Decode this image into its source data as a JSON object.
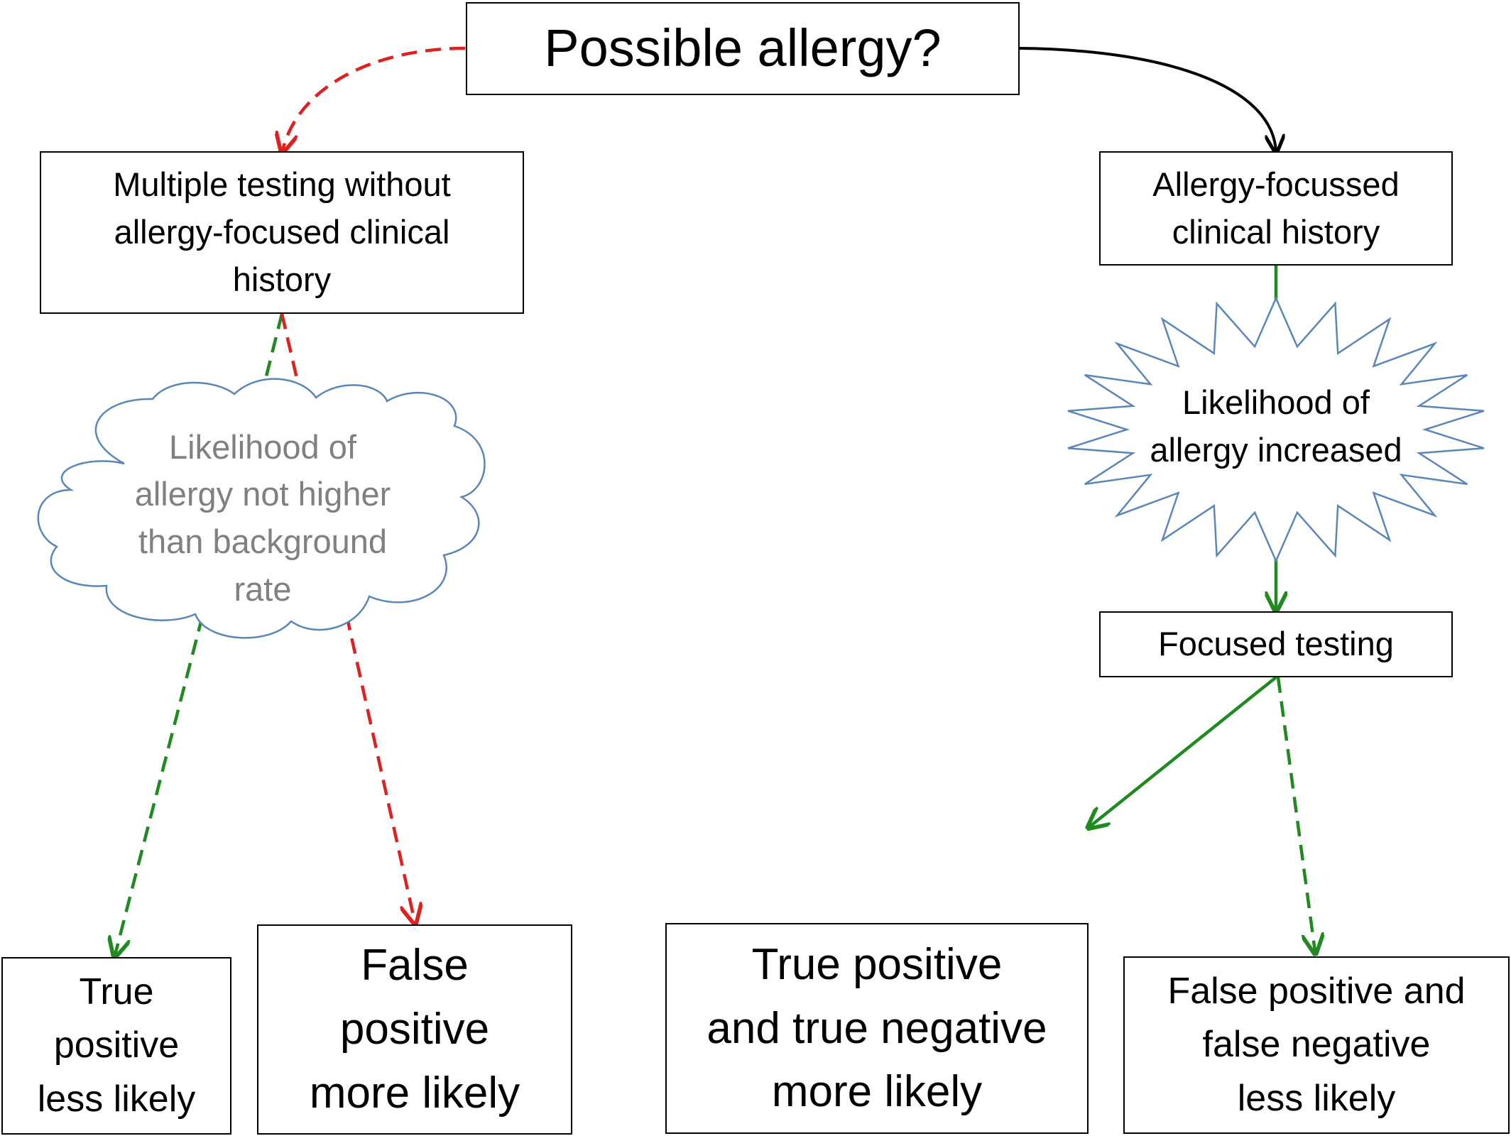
{
  "nodes": {
    "root": "Possible allergy?",
    "multiple_testing": "Multiple testing without\nallergy-focused clinical\nhistory",
    "likelihood_not_higher": "Likelihood of\nallergy not higher\nthan background\nrate",
    "focused_history": "Allergy-focussed\nclinical history",
    "likelihood_increased": "Likelihood of\nallergy increased",
    "focused_testing": "Focused testing",
    "true_positive_less": "True\npositive\nless likely",
    "false_positive_more": "False\npositive\nmore likely",
    "true_pos_neg_more": "True positive\nand true negative\nmore likely",
    "false_pos_neg_less": "False positive and\nfalse negative\nless likely"
  },
  "colors": {
    "line": "#000000",
    "red_dashed": "#e02020",
    "green": "#1f8a1f",
    "cloud_stroke": "#5b86b8",
    "star_stroke": "#5b86b8",
    "grey_text": "#808080"
  }
}
